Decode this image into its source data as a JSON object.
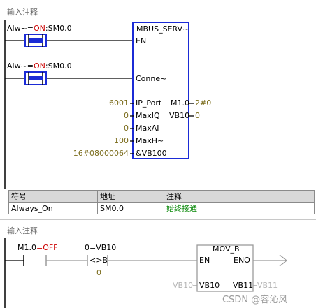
{
  "network1": {
    "comment": "输入注释",
    "contact1": {
      "prefix": "Alw~=",
      "state": "ON",
      "suffix": ":SM0.0"
    },
    "contact2": {
      "prefix": "Alw~=",
      "state": "ON",
      "suffix": ":SM0.0"
    },
    "block": {
      "title": "MBUS_SERV~",
      "en": "EN",
      "conne": "Conne~",
      "inputs": [
        {
          "value": "6001",
          "pin": "IP_Port"
        },
        {
          "value": "0",
          "pin": "MaxIQ"
        },
        {
          "value": "0",
          "pin": "MaxAI"
        },
        {
          "value": "100",
          "pin": "MaxH~"
        },
        {
          "value": "16#08000064",
          "pin": "&VB100"
        }
      ],
      "outputs": [
        {
          "pin": "M1.0",
          "value": "2#0"
        },
        {
          "pin": "VB10",
          "value": "0"
        }
      ]
    },
    "symbol_table": {
      "headers": [
        "符号",
        "地址",
        "注释"
      ],
      "rows": [
        {
          "symbol": "Always_On",
          "address": "SM0.0",
          "comment": "始终接通"
        }
      ]
    }
  },
  "network2": {
    "comment": "输入注释",
    "contact1": {
      "label": "M1.0",
      "state": "=OFF"
    },
    "compare": {
      "label": "0=VB10",
      "op": "<>B",
      "value": "0"
    },
    "block": {
      "title": "MOV_B",
      "en": "EN",
      "eno": "ENO",
      "in_pin": "VB10",
      "in_value": "VB10",
      "out_pin": "VB11",
      "out_value": "VB11"
    }
  },
  "watermark": "CSDN @容沁风",
  "colors": {
    "block_border": "#1b2bd6",
    "on_state": "#cc0000",
    "off_state": "#cc0000",
    "value": "#7a6b1a"
  }
}
